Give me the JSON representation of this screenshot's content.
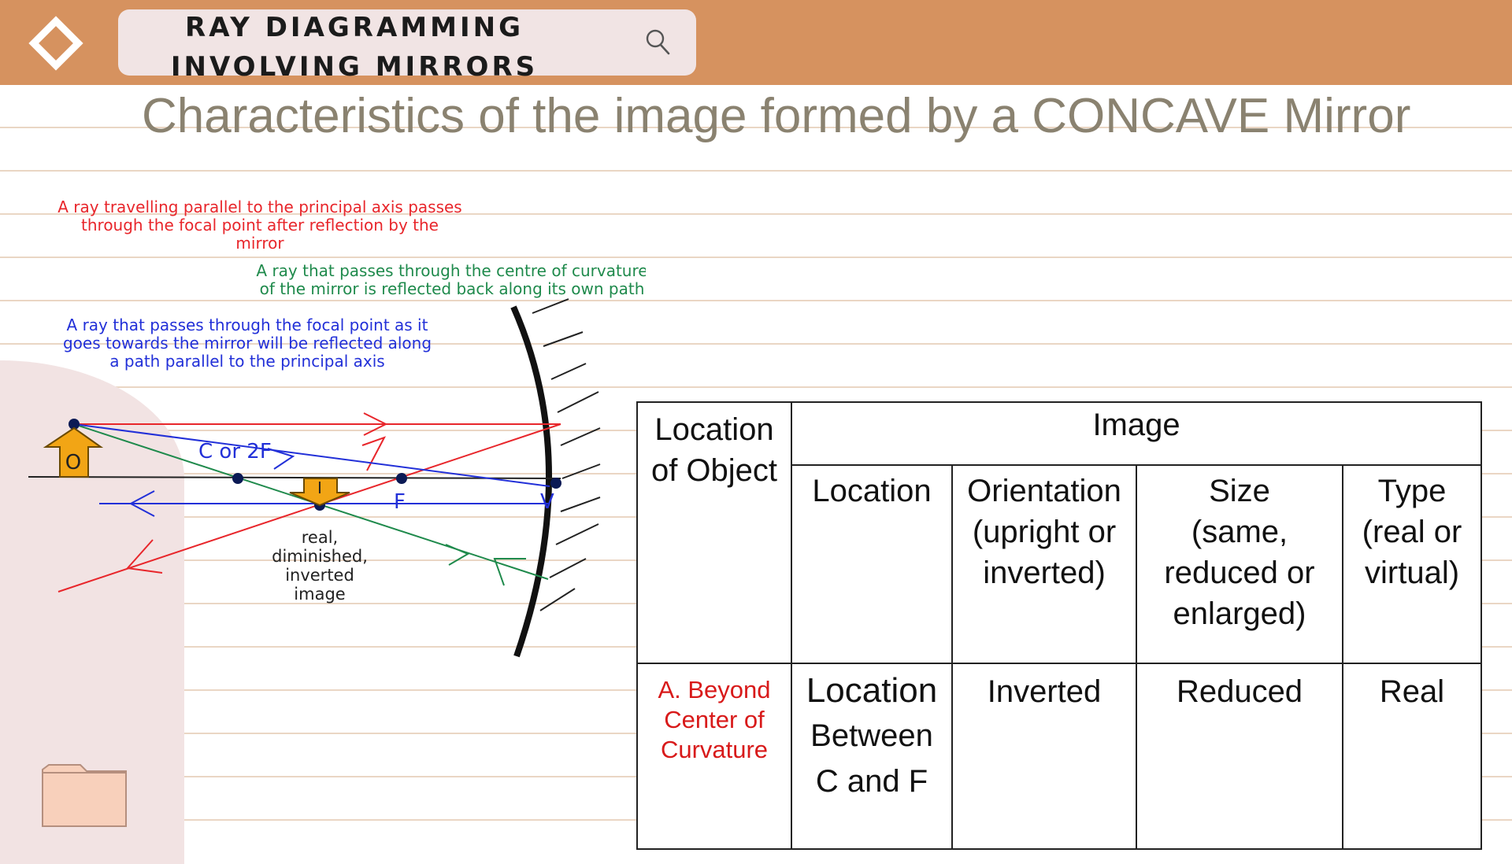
{
  "header": {
    "title_line1": "RAY DIAGRAMMING",
    "title_line2": "INVOLVING MIRRORS",
    "search_icon": "search-icon",
    "logo_icon": "diamond-logo-icon",
    "colors": {
      "bar": "#d6925f",
      "pill": "#f1e4e4"
    }
  },
  "page": {
    "title": "Characteristics of the image formed by a CONCAVE Mirror"
  },
  "diagram": {
    "annotations": {
      "red_ray_line1": "A ray travelling parallel to the principal axis passes",
      "red_ray_line2": "through the focal point after reflection by the",
      "red_ray_line3": "mirror",
      "green_ray_line1": "A ray that passes through the centre of curvature",
      "green_ray_line2": "of the mirror is reflected back along its own path",
      "blue_ray_line1": "A ray that passes through the focal point as it",
      "blue_ray_line2": "goes towards the mirror will be reflected along",
      "blue_ray_line3": "a path parallel to the principal axis"
    },
    "labels": {
      "object": "O",
      "image": "I",
      "center": "C or 2F",
      "focal": "F",
      "vertex": "V",
      "image_desc1": "real,",
      "image_desc2": "diminished,",
      "image_desc3": "inverted",
      "image_desc4": "image"
    },
    "colors": {
      "red": "#e8262b",
      "green": "#1f8a4c",
      "blue": "#2230d8",
      "arrow": "#f2a515"
    }
  },
  "table": {
    "header_object_line1": "Location",
    "header_object_line2": "of Object",
    "header_image": "Image",
    "columns": [
      {
        "line1": "Location",
        "line2": "",
        "line3": "",
        "line4": ""
      },
      {
        "line1": "Orientation",
        "line2": "(upright or",
        "line3": "inverted)",
        "line4": ""
      },
      {
        "line1": "Size",
        "line2": "(same,",
        "line3": "reduced or",
        "line4": "enlarged)"
      },
      {
        "line1": "Type",
        "line2": "(real or",
        "line3": "virtual)",
        "line4": ""
      }
    ],
    "rows": [
      {
        "object_line1": "A. Beyond",
        "object_line2": "Center of",
        "object_line3": "Curvature",
        "location_line1": "Location",
        "location_line2": "Between",
        "location_line3": "C and F",
        "orientation": "Inverted",
        "size": "Reduced",
        "type": "Real"
      }
    ]
  },
  "sidebar": {
    "folder_icon": "folder-icon"
  }
}
